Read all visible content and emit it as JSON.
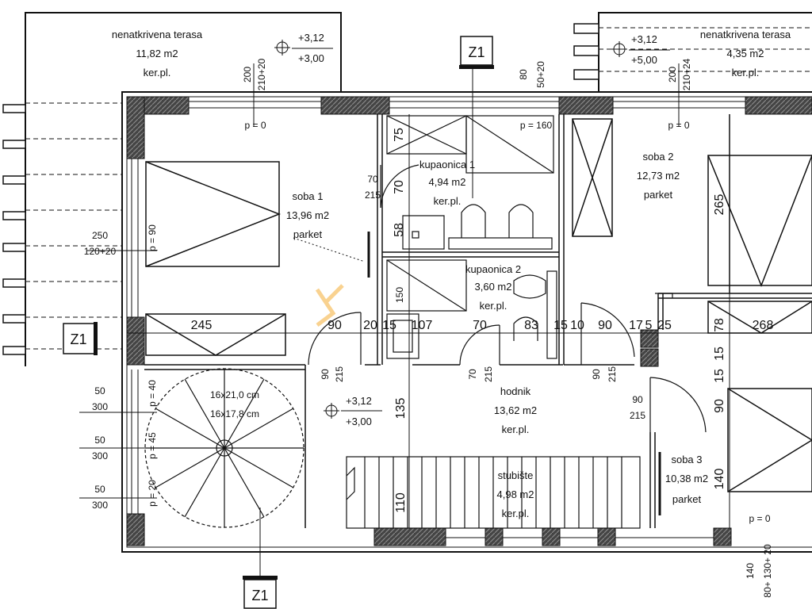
{
  "plan": {
    "rooms": {
      "terrace_left": {
        "name": "nenatkrivena terasa",
        "area": "11,82 m2",
        "floor": "ker.pl."
      },
      "terrace_right": {
        "name": "nenatkrivena terasa",
        "area": "4,35 m2",
        "floor": "ker.pl."
      },
      "soba1": {
        "name": "soba 1",
        "area": "13,96 m2",
        "floor": "parket"
      },
      "kupaonica1": {
        "name": "kupaonica 1",
        "area": "4,94 m2",
        "floor": "ker.pl."
      },
      "kupaonica2": {
        "name": "kupaonica 2",
        "area": "3,60 m2",
        "floor": "ker.pl."
      },
      "soba2": {
        "name": "soba 2",
        "area": "12,73 m2",
        "floor": "parket"
      },
      "hodnik": {
        "name": "hodnik",
        "area": "13,62 m2",
        "floor": "ker.pl."
      },
      "stubiste": {
        "name": "stubište",
        "area": "4,98 m2",
        "floor": "ker.pl."
      },
      "soba3": {
        "name": "soba 3",
        "area": "10,38 m2",
        "floor": "parket"
      }
    },
    "levels": {
      "terrace_top": "+3,12",
      "terrace_bottom": "+3,00",
      "right_top": "+3,12",
      "right_bottom": "+5,00",
      "hall_top": "+3,12",
      "hall_bottom": "+3,00"
    },
    "section_marks": {
      "top": "Z1",
      "left": "Z1",
      "bottom": "Z1"
    },
    "stair_label_1": "16x21,0 cm",
    "stair_label_2": "16x17,8 cm",
    "dims": {
      "d245": "245",
      "d90a": "90",
      "d20": "20",
      "d15": "15",
      "d107": "107",
      "d70": "70",
      "d83": "83",
      "d15b": "15",
      "d10": "10",
      "d90b": "90",
      "d17": "17",
      "d5": "5",
      "d25": "25",
      "d78": "78",
      "d268": "268",
      "d135": "135",
      "d110": "110",
      "d265": "265",
      "d90c": "90",
      "d140": "140",
      "d75": "75",
      "d70v": "70",
      "d58": "58",
      "d150": "150",
      "d15v": "15",
      "d15v2": "15",
      "win_200": "200",
      "win_210": "210+20",
      "win_80": "80",
      "win_50": "50+20",
      "win_200b": "200",
      "win_210b": "210+24",
      "win_250": "250",
      "win_120": "120+20",
      "win_140": "140",
      "win_80b": "80+ 130+ 20",
      "door_70_215a": "70",
      "door_215a": "215",
      "door_90_215": "90",
      "door_215b": "215",
      "door_70_215b": "70",
      "door_215c": "215",
      "door_90_215b": "90",
      "door_215d": "215",
      "door_90_215c": "90",
      "door_215e": "215",
      "w50a": "50",
      "w300a": "300",
      "w50b": "50",
      "w300b": "300",
      "w50c": "50",
      "w300c": "300",
      "p0a": "p = 0",
      "p160": "p = 160",
      "p0b": "p = 0",
      "p0c": "p = 0",
      "p90": "p = 90",
      "p40": "p = 40",
      "p45": "p = 45",
      "p20": "p = 20"
    }
  }
}
